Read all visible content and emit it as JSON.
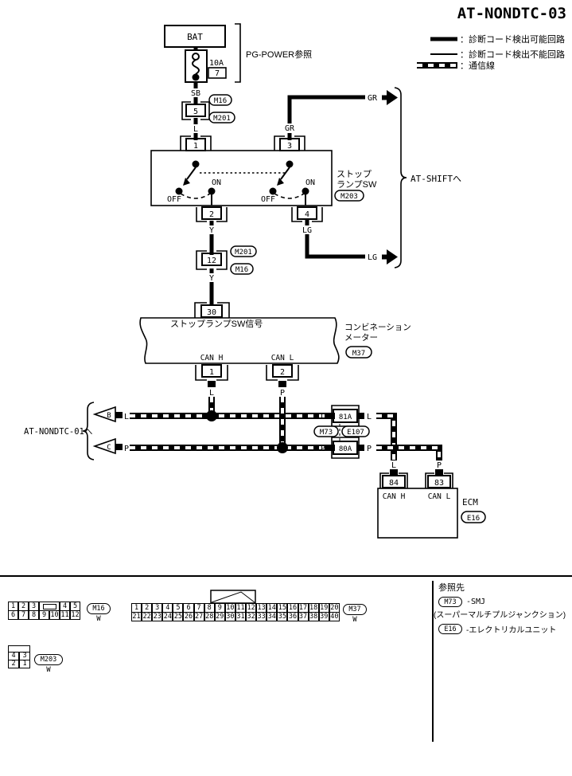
{
  "title": "AT-NONDTC-03",
  "colors": {
    "line": "#000000",
    "bg": "#ffffff"
  },
  "legend": {
    "detectable_label": "：診断コード検出可能回路",
    "undetectable_label": "：診断コード検出不能回路",
    "comm_label": "：通信線"
  },
  "power": {
    "battery": "BAT",
    "fuse_rating": "10A",
    "fuse_number": "7",
    "ref": "PG-POWER参照"
  },
  "refs": {
    "m16": "M16",
    "m201": "M201",
    "m203": "M203",
    "m37": "M37",
    "m73": "M73",
    "e107": "E107",
    "e16": "E16"
  },
  "wires": {
    "sb": "SB",
    "l": "L",
    "gr": "GR",
    "y": "Y",
    "lg": "LG",
    "p": "P"
  },
  "pins": {
    "five": "5",
    "one": "1",
    "three": "3",
    "two": "2",
    "four": "4",
    "twelve": "12",
    "thirty": "30",
    "p81a": "81A",
    "p80a": "80A",
    "p84": "84",
    "p83": "83"
  },
  "sw": {
    "name1": "ストップ",
    "name2": "ランプSW",
    "off": "OFF",
    "on": "ON"
  },
  "meter": {
    "signal": "ストップランプSW信号",
    "name1": "コンビネーション",
    "name2": "メーター"
  },
  "can": {
    "h": "CAN H",
    "l": "CAN L"
  },
  "ecm": {
    "name": "ECM"
  },
  "links": {
    "at_shift": "AT-SHIFTへ",
    "at_nondtc": "AT-NONDTC-01へ",
    "b": "B",
    "c": "C"
  },
  "footer": {
    "ref_title": "参照先",
    "m73_desc": "-SMJ",
    "m73_desc2": "(スーパーマルチプルジャンクション)",
    "e16_desc": "-エレクトリカルユニット",
    "w": "W",
    "pinouts": {
      "m16": {
        "top": [
          "1",
          "2",
          "3",
          "",
          "4",
          "5"
        ],
        "bottom": [
          "6",
          "7",
          "8",
          "9",
          "10",
          "11",
          "12"
        ]
      },
      "m37": {
        "top": [
          "1",
          "2",
          "3",
          "4",
          "5",
          "6",
          "7",
          "8",
          "9",
          "10",
          "11",
          "12",
          "13",
          "14",
          "15",
          "16",
          "17",
          "18",
          "19",
          "20"
        ],
        "bottom": [
          "21",
          "22",
          "23",
          "24",
          "25",
          "26",
          "27",
          "28",
          "29",
          "30",
          "31",
          "32",
          "33",
          "34",
          "35",
          "36",
          "37",
          "38",
          "39",
          "40"
        ]
      },
      "m203": {
        "top": [
          "4",
          "3"
        ],
        "bottom": [
          "2",
          "1"
        ]
      }
    }
  }
}
